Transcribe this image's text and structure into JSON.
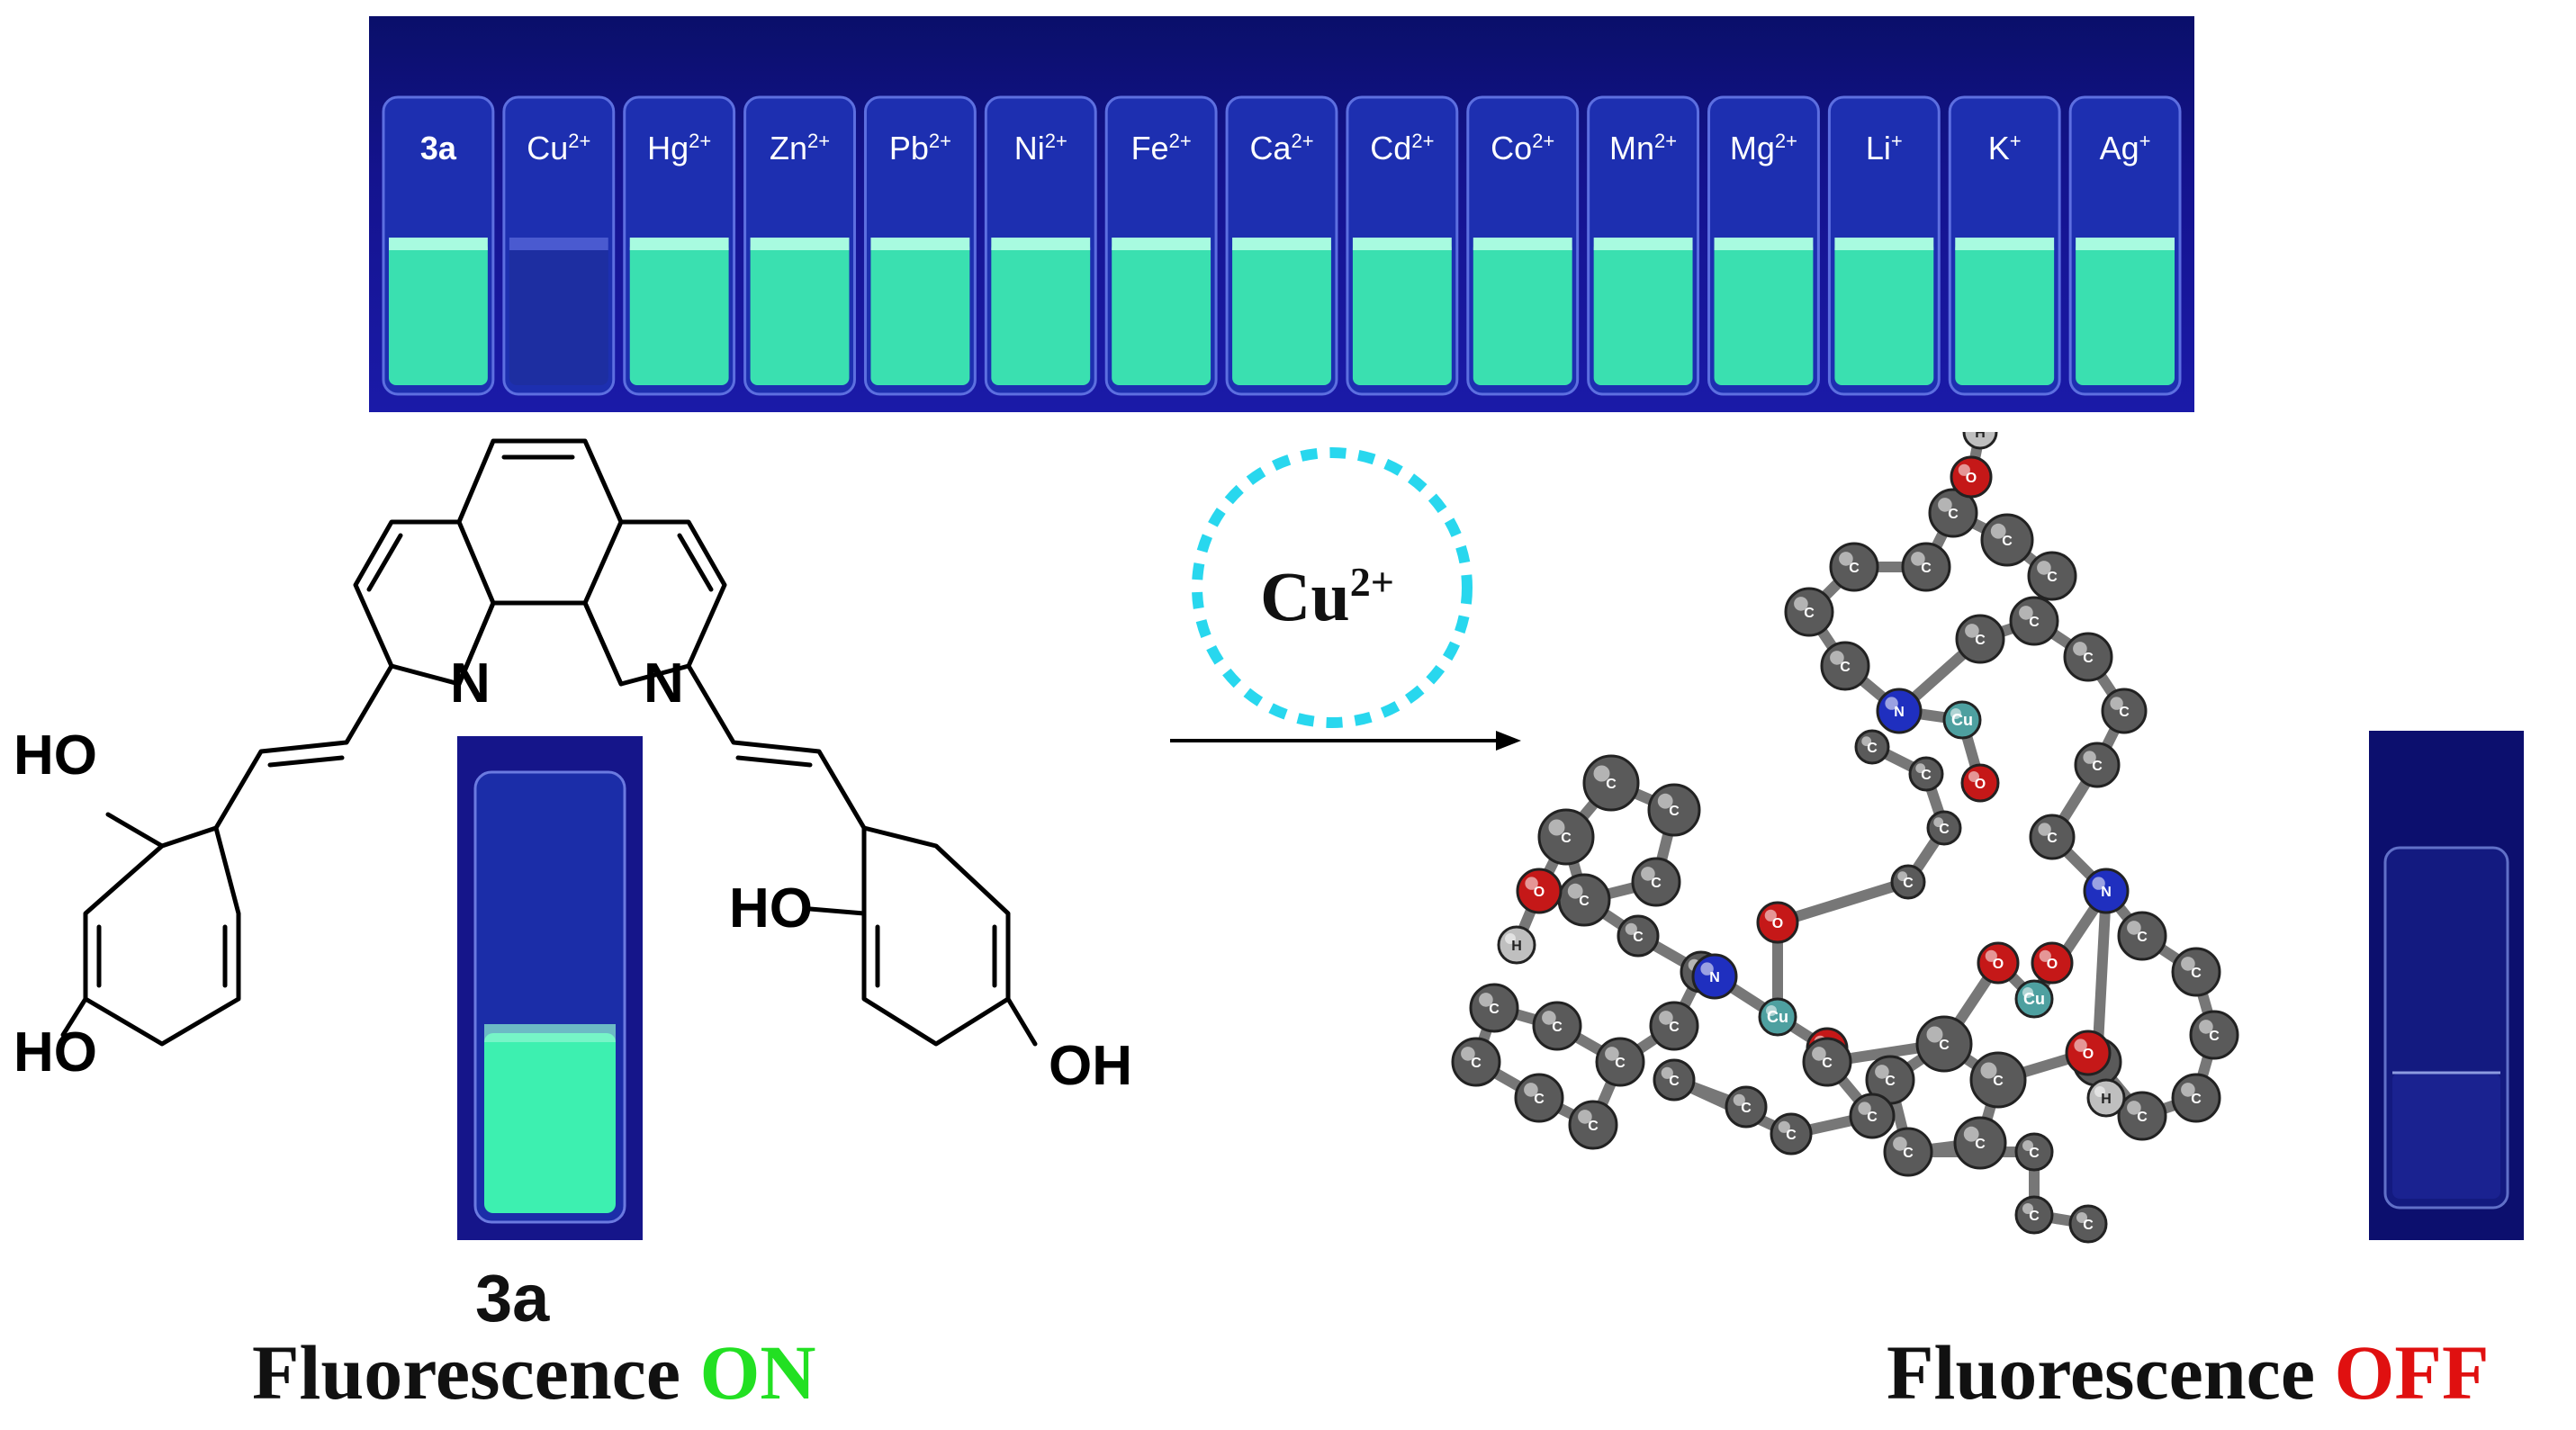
{
  "vials": [
    {
      "label": "3a",
      "charge": "",
      "bold": true,
      "lit": true
    },
    {
      "label": "Cu",
      "charge": "2+",
      "bold": false,
      "lit": false
    },
    {
      "label": "Hg",
      "charge": "2+",
      "bold": false,
      "lit": true
    },
    {
      "label": "Zn",
      "charge": "2+",
      "bold": false,
      "lit": true
    },
    {
      "label": "Pb",
      "charge": "2+",
      "bold": false,
      "lit": true
    },
    {
      "label": "Ni",
      "charge": "2+",
      "bold": false,
      "lit": true
    },
    {
      "label": "Fe",
      "charge": "2+",
      "bold": false,
      "lit": true
    },
    {
      "label": "Ca",
      "charge": "2+",
      "bold": false,
      "lit": true
    },
    {
      "label": "Cd",
      "charge": "2+",
      "bold": false,
      "lit": true
    },
    {
      "label": "Co",
      "charge": "2+",
      "bold": false,
      "lit": true
    },
    {
      "label": "Mn",
      "charge": "2+",
      "bold": false,
      "lit": true
    },
    {
      "label": "Mg",
      "charge": "2+",
      "bold": false,
      "lit": true
    },
    {
      "label": "Li",
      "charge": "+",
      "bold": false,
      "lit": true
    },
    {
      "label": "K",
      "charge": "+",
      "bold": false,
      "lit": true
    },
    {
      "label": "Ag",
      "charge": "+",
      "bold": false,
      "lit": true
    }
  ],
  "structure": {
    "ring_n_left": "N",
    "ring_n_right": "N",
    "ho_1": "HO",
    "ho_2": "HO",
    "ho_3": "HO",
    "oh_4": "OH"
  },
  "compound_label": "3a",
  "reagent": {
    "symbol": "Cu",
    "charge": "2+"
  },
  "fluorescence_on": {
    "word": "Fluorescence ",
    "state": "ON"
  },
  "fluorescence_off": {
    "word": "Fluorescence ",
    "state": "OFF"
  },
  "complex_atom_labels": {
    "cu": "Cu",
    "n": "N",
    "o": "O",
    "h": "H",
    "c": "C"
  },
  "colors": {
    "uv_background": "#14138e",
    "fluorescent_green": "#3df0b0",
    "on_text": "#22e022",
    "off_text": "#e01010",
    "cu_dash_ring": "#28d7ee",
    "carbon": "#5a5a5a",
    "oxygen": "#c51818",
    "nitrogen": "#1f2fbf",
    "copper": "#4ea0a0"
  }
}
